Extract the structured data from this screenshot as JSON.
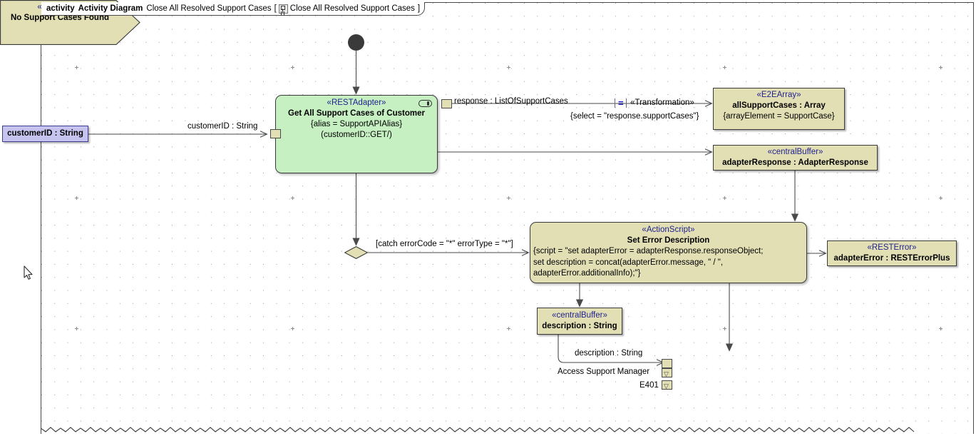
{
  "frame": {
    "keyword": "activity",
    "diagram_type": "Activity Diagram",
    "name": "Close All Resolved Support Cases",
    "bracket_open": "[",
    "icon": "activity-diagram-icon",
    "ref_name": "Close All Resolved Support Cases",
    "bracket_close": "]"
  },
  "nodes": {
    "customer_id_param": {
      "label": "customerID : String",
      "fill": "#c6c4ee",
      "border": "#3b3b8f"
    },
    "initial_node": {
      "name": "initial-node"
    },
    "rest_adapter_action": {
      "stereotype": "«RESTAdapter»",
      "name": "Get All Support Cases of Customer",
      "prop1": "{alias = SupportAPIAlias}",
      "prop2": "(customerID::GET/)",
      "fill": "#c6f0c2"
    },
    "e2e_array": {
      "stereotype": "«E2EArray»",
      "name": "allSupportCases : Array",
      "prop1": "{arrayElement = SupportCase}",
      "fill": "#e2dfb4"
    },
    "central_buffer_response": {
      "stereotype": "«centralBuffer»",
      "name": "adapterResponse : AdapterResponse",
      "fill": "#e2dfb4"
    },
    "action_script": {
      "stereotype": "«ActionScript»",
      "name": "Set Error Description",
      "script_line1": "{script = \"set adapterError = adapterResponse.responseObject;",
      "script_line2": "set description = concat(adapterError.message, \" / \",",
      "script_line3": "adapterError.additionalInfo);\"}",
      "fill": "#e2dfb4"
    },
    "rest_error": {
      "stereotype": "«RESTError»",
      "name": "adapterError : RESTErrorPlus",
      "fill": "#e2dfb4"
    },
    "central_buffer_description": {
      "stereotype": "«centralBuffer»",
      "name": "description : String",
      "fill": "#e2dfb4"
    },
    "exception": {
      "stereotype": "«Exception»",
      "name": "No Support Cases Found",
      "fill": "#e2dfb4"
    }
  },
  "edges": {
    "customer_id_flow_label": "customerID : String",
    "response_flow_label": "response : ListOfSupportCases",
    "transformation_marker": "=",
    "transformation_stereotype": "«Transformation»",
    "transformation_select": "{select = \"response.supportCases\"}",
    "catch_guard": "[catch errorCode = \"*\" errorType = \"*\"]",
    "description_flow_label": "description : String",
    "access_support_manager_pin": "Access Support Manager",
    "e401_pin": "E401"
  },
  "cursor": {
    "name": "mouse-pointer"
  }
}
